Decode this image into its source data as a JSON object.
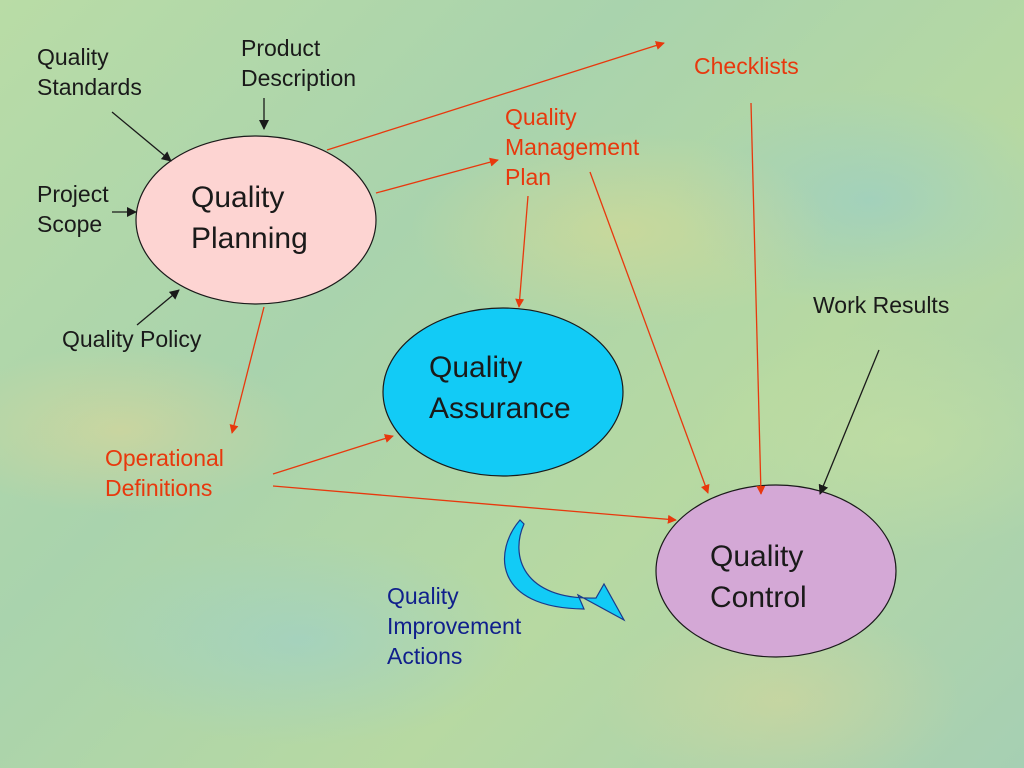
{
  "colors": {
    "planning_fill": "#fdd4d2",
    "assurance_fill": "#12cbf6",
    "control_fill": "#d4a8d6",
    "red_text": "#e8380d",
    "navy_text": "#101f8c",
    "flow_arrow": "#e8380d",
    "input_arrow": "#1a1a1a",
    "curved_arrow": "#12cbf6"
  },
  "nodes": {
    "quality_planning": "Quality\nPlanning",
    "quality_assurance": "Quality\nAssurance",
    "quality_control": "Quality\nControl"
  },
  "inputs": {
    "quality_standards": "Quality\nStandards",
    "product_description": "Product\nDescription",
    "project_scope": "Project\nScope",
    "quality_policy": "Quality Policy",
    "work_results": "Work Results"
  },
  "outputs": {
    "checklists": "Checklists",
    "quality_management_plan": "Quality\nManagement\nPlan",
    "operational_definitions": "Operational\nDefinitions"
  },
  "improvement": {
    "label": "Quality\nImprovement\nActions"
  }
}
